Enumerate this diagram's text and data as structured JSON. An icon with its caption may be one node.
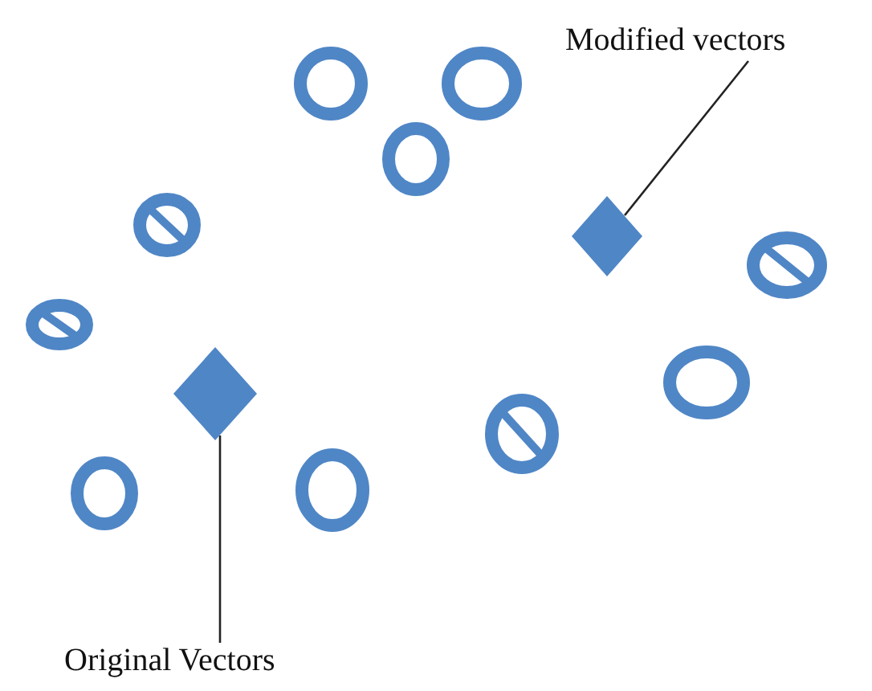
{
  "diagram": {
    "nodes": [
      {
        "text": [
          "Modified vectors"
        ]
      },
      {
        "text": [],
        "shape": "diamond"
      },
      {
        "text": [
          "Original Vectors"
        ]
      },
      {
        "text": [],
        "shape": "diamond"
      }
    ],
    "edges": [
      {
        "from": 0,
        "to": 1,
        "arrow": "none"
      },
      {
        "from": 2,
        "to": 3,
        "arrow": "none"
      }
    ]
  }
}
